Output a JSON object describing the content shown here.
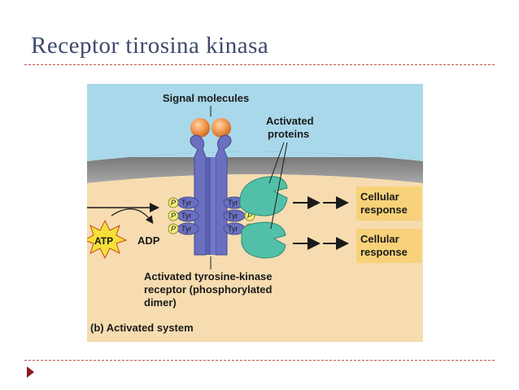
{
  "slide": {
    "title": "Receptor tirosina kinasa"
  },
  "figure": {
    "signal_molecules_label": "Signal molecules",
    "activated_proteins_label": [
      "Activated",
      "proteins"
    ],
    "phosphate_symbol": "P",
    "tyr_label": "Tyr",
    "atp_label": "ATP",
    "adp_label": "ADP",
    "cellular_response_label": [
      "Cellular",
      "response"
    ],
    "receptor_label": [
      "Activated tyrosine-kinase",
      "receptor (phosphorylated",
      "dimer)"
    ],
    "caption": "(b) Activated system",
    "colors": {
      "extracellular": "#a9d8ea",
      "membrane": "#8f8f8f",
      "cytoplasm": "#f6dcb0",
      "receptor": "#6a6fc0",
      "signal": "#f0954a",
      "protein": "#52bfa8",
      "phosphate": "#f5f07a",
      "response_box": "#f7d27a",
      "atp_star": "#f5e03a"
    }
  }
}
